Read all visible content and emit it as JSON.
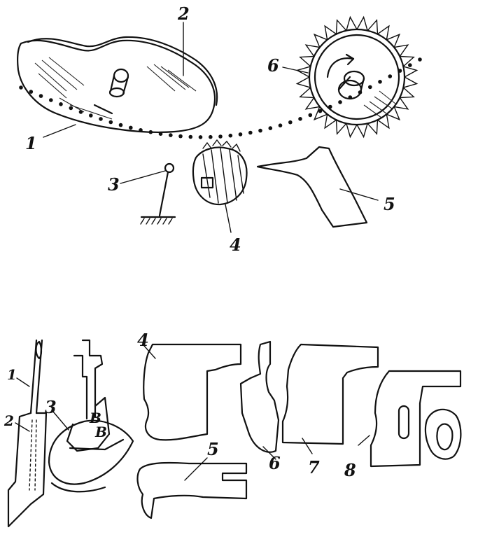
{
  "top_figure": {
    "labels": {
      "l1": "1",
      "l2": "2",
      "l3": "3",
      "l4": "4",
      "l5": "5",
      "l6": "6"
    }
  },
  "bottom_figure": {
    "labels": {
      "l1": "1",
      "l2": "2",
      "l3": "3",
      "l4": "4",
      "l5": "5",
      "l6": "6",
      "l7": "7",
      "l8": "8",
      "b1": "B",
      "b2": "B"
    }
  }
}
